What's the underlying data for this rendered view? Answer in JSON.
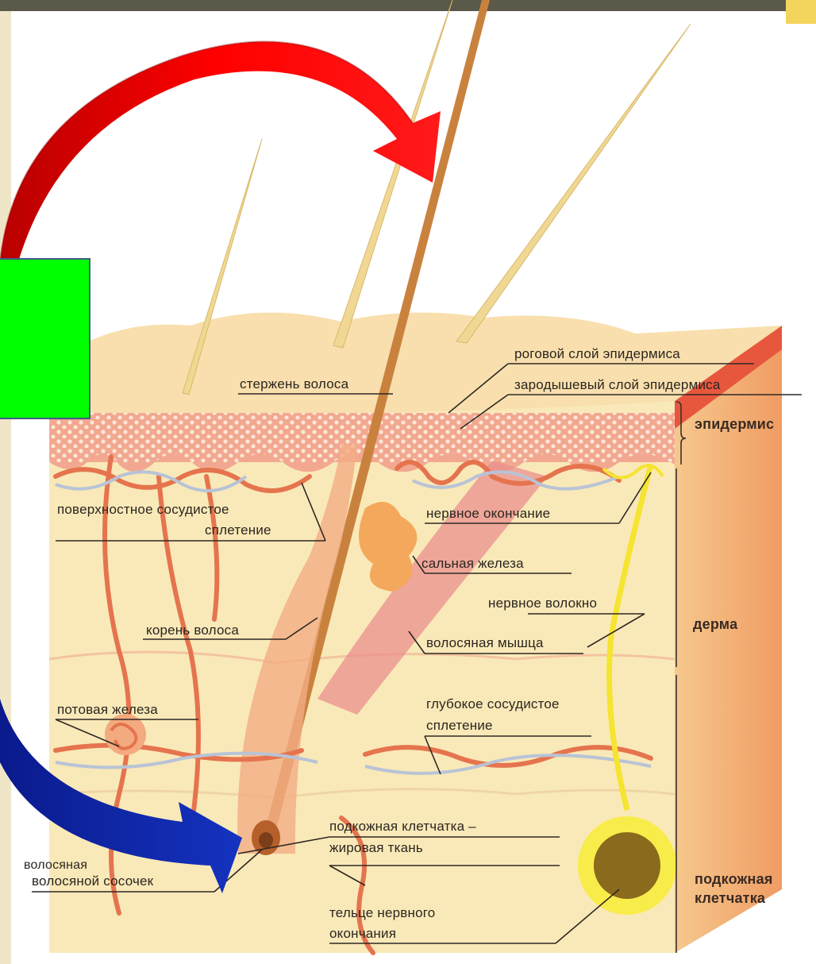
{
  "labels": {
    "hair_shaft": "стержень волоса",
    "stratum_corneum": "роговой слой эпидермиса",
    "germinal_layer": "зародышевый слой эпидермиса",
    "epidermis": "эпидермис",
    "superficial_plexus_1": "поверхностное сосудистое",
    "superficial_plexus_2": "сплетение",
    "nerve_ending": "нервное окончание",
    "sebaceous_gland": "сальная железа",
    "nerve_fiber": "нервное волокно",
    "hair_root": "корень волоса",
    "dermis": "дерма",
    "hair_muscle": "волосяная мышца",
    "sweat_gland": "потовая железа",
    "deep_plexus_1": "глубокое сосудистое",
    "deep_plexus_2": "сплетение",
    "subcutaneous_1": "подкожная клетчатка –",
    "subcutaneous_2": "жировая ткань",
    "hair_follicle_partial": "волосяная",
    "hair_papilla": "волосяной сосочек",
    "hypodermis_1": "подкожная",
    "hypodermis_2": "клетчатка",
    "nerve_corpuscle_1": "тельце нервного",
    "nerve_corpuscle_2": "окончания"
  },
  "colors": {
    "green_box": "#00ff00",
    "red_arrow": "#ff0000",
    "blue_arrow": "#0a1f9e",
    "skin": "#f9e8b6",
    "epidermis": "#f3a890",
    "vessels": "#e5744e",
    "nerve": "#f5e430"
  },
  "icons": [
    "red-curved-arrow-icon",
    "blue-curved-arrow-icon"
  ]
}
